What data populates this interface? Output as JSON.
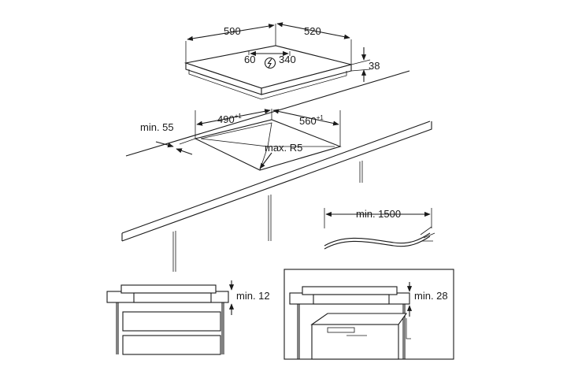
{
  "cooktop": {
    "width": "590",
    "depth": "520",
    "height": "38",
    "connection_left": "60",
    "connection_right": "340",
    "electric_symbol": "lightning-icon"
  },
  "cutout": {
    "width": "490",
    "width_tolerance": "+1",
    "depth": "560",
    "depth_tolerance": "+1",
    "corner_radius": "max. R5",
    "edge_distance": "min. 55"
  },
  "cable": {
    "length": "min. 1500"
  },
  "installation": {
    "drawer_clearance": "min. 12",
    "oven_clearance": "min. 28"
  }
}
